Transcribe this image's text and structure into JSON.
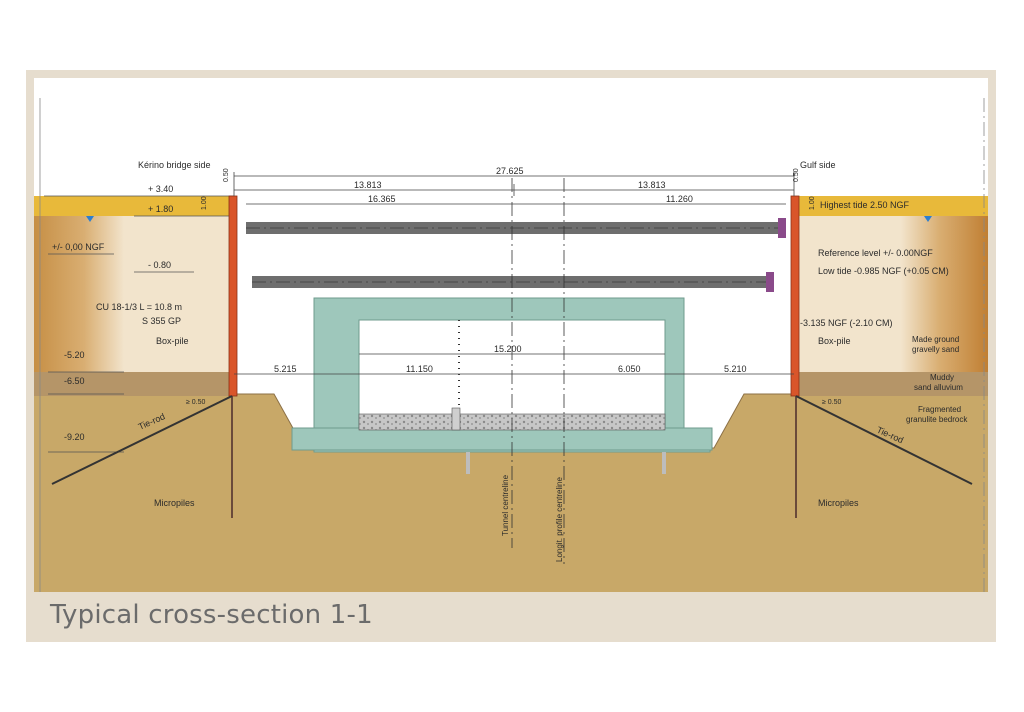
{
  "caption": "Typical cross-section 1-1",
  "sides": {
    "left": "Kérino bridge side",
    "right": "Gulf side"
  },
  "dimensions": {
    "total": "27.625",
    "half_left": "13.813",
    "half_right": "13.813",
    "upper_left": "16.365",
    "upper_right": "11.260",
    "mid_center": "15.200",
    "lower_1": "5.215",
    "lower_2": "11.150",
    "lower_3": "6.050",
    "lower_4": "5.210",
    "wall_left": "0.50",
    "wall_right": "0.50",
    "height_left": "1.00",
    "height_right": "1.00",
    "embed_left": "≥ 0.50",
    "embed_right": "≥ 0.50"
  },
  "levels_left": {
    "l1": "+ 3.40",
    "l2": "+ 1.80",
    "l3": "+/- 0,00 NGF",
    "l4": "- 0.80",
    "l5": "-5.20",
    "l6": "-6.50",
    "l7": "-9.20"
  },
  "levels_right": {
    "r1": "Highest tide 2.50 NGF",
    "r2": "Reference level +/- 0.00NGF",
    "r3": "Low tide -0.985 NGF (+0.05 CM)",
    "r4": "-3.135 NGF (-2.10 CM)"
  },
  "labels": {
    "pile_spec_1": "CU 18-1/3  L = 10.8 m",
    "pile_spec_2": "S 355 GP",
    "box_pile_left": "Box-pile",
    "box_pile_right": "Box-pile",
    "tie_rod_left": "Tie-rod",
    "tie_rod_right": "Tie-rod",
    "micropiles_left": "Micropiles",
    "micropiles_right": "Micropiles",
    "tunnel_centreline": "Tunnel centreline",
    "longit_centreline": "Longit. profile centreline"
  },
  "soil_layers": {
    "made_ground_1": "Made ground",
    "made_ground_2": "gravelly sand",
    "alluvium_1": "Muddy",
    "alluvium_2": "sand alluvium",
    "bedrock_1": "Fragmented",
    "bedrock_2": "granulite bedrock"
  },
  "colors": {
    "frame": "#e6ddce",
    "fill_top": "#e8b93a",
    "fill_soil": "#c9a063",
    "bedrock": "#c8a868",
    "alluvium": "#b59568",
    "concrete": "#9ec7bb",
    "sheet_pile": "#d9552a",
    "strut": "#6e6e6e",
    "water_marker": "#2c7fd0"
  }
}
